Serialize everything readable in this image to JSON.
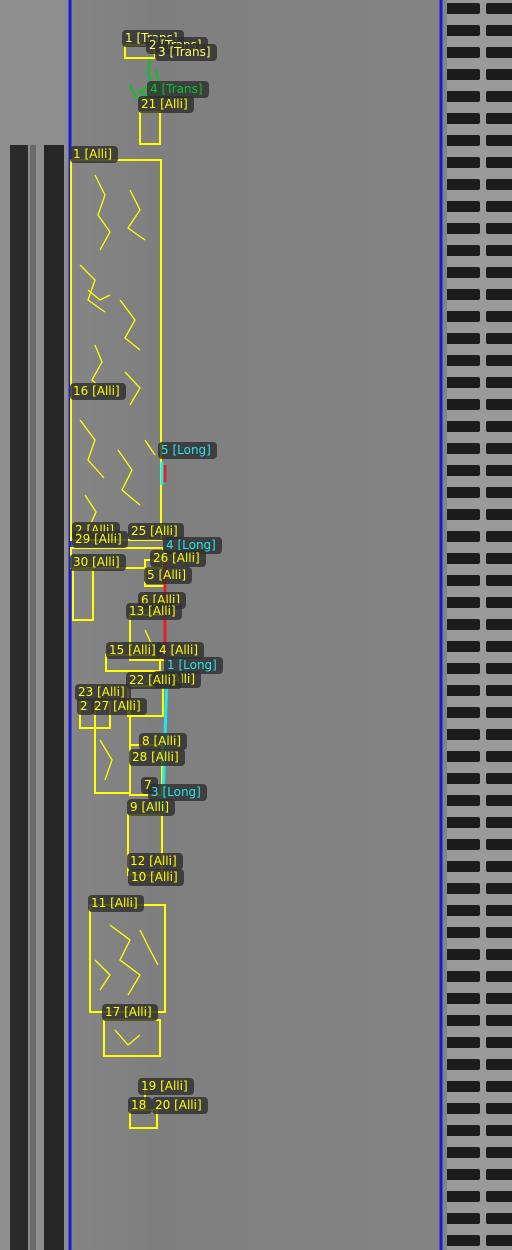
{
  "colors": {
    "alligator": "#ffff00",
    "transverse": "#0cc22a",
    "longitudinal": "#20e6ee",
    "longitudinal_marker": "#e0202a",
    "lane_line": "#1a1adc",
    "label_bg": "#303030"
  },
  "labels": {
    "trans_1": "1 [Trans]",
    "trans_2": "2 [Trans]",
    "trans_3": "3 [Trans]",
    "trans_4": "4 [Trans]",
    "alli_21": "21 [Alli]",
    "alli_1": "1 [Alli]",
    "alli_16": "16 [Alli]",
    "long_5": "5 [Long]",
    "alli_2": "2 [Alli]",
    "alli_25": "25 [Alli]",
    "alli_29": "29 [Alli]",
    "long_4": "4 [Long]",
    "alli_26": "26 [Alli]",
    "alli_30": "30 [Alli]",
    "alli_5": "5 [Alli]",
    "alli_6": "6 [Alli]",
    "alli_13": "13 [Alli]",
    "alli_15": "15 [Alli]",
    "alli_4": "4 [Alli]",
    "long_1": "1 [Long]",
    "alli_3": "3 [Alli]",
    "alli_22": "22 [Alli]",
    "alli_23": "23 [Alli]",
    "alli_2b": "2",
    "alli_27": "27 [Alli]",
    "alli_8": "8 [Alli]",
    "alli_28": "28 [Alli]",
    "alli_7": "7",
    "long_3": "3 [Long]",
    "alli_9": "9 [Alli]",
    "alli_12": "12 [Alli]",
    "alli_10": "10 [Alli]",
    "alli_11": "11 [Alli]",
    "alli_17": "17 [Alli]",
    "alli_19": "19 [Alli]",
    "alli_18": "18",
    "alli_20": "20 [Alli]"
  }
}
